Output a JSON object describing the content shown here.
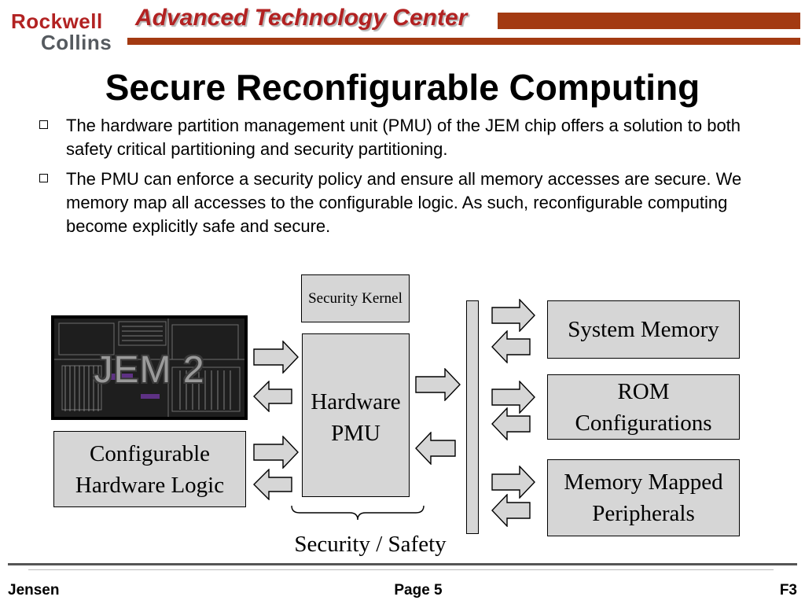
{
  "header": {
    "logo_line1": "Rockwell",
    "logo_line2": "Collins",
    "section_title": "Advanced Technology Center",
    "brand_color": "#a33a12"
  },
  "slide": {
    "title": "Secure Reconfigurable Computing",
    "bullets": [
      "The hardware partition management unit (PMU) of the JEM chip offers a solution to both safety critical partitioning and security partitioning.",
      "The PMU can enforce a security policy and ensure all memory accesses are secure.  We memory map all accesses to the configurable logic.  As such, reconfigurable computing become explicitly safe and secure."
    ]
  },
  "diagram": {
    "chip_label": "JEM 2",
    "security_kernel": "Security Kernel",
    "hardware_pmu": "Hardware PMU",
    "configurable_logic": "Configurable Hardware Logic",
    "system_memory": "System Memory",
    "rom_configurations": "ROM Configurations",
    "memory_mapped_peripherals": "Memory Mapped Peripherals",
    "brace_label": "Security / Safety",
    "box_fill": "#d6d6d6"
  },
  "footer": {
    "author": "Jensen",
    "page": "Page 5",
    "code": "F3"
  }
}
